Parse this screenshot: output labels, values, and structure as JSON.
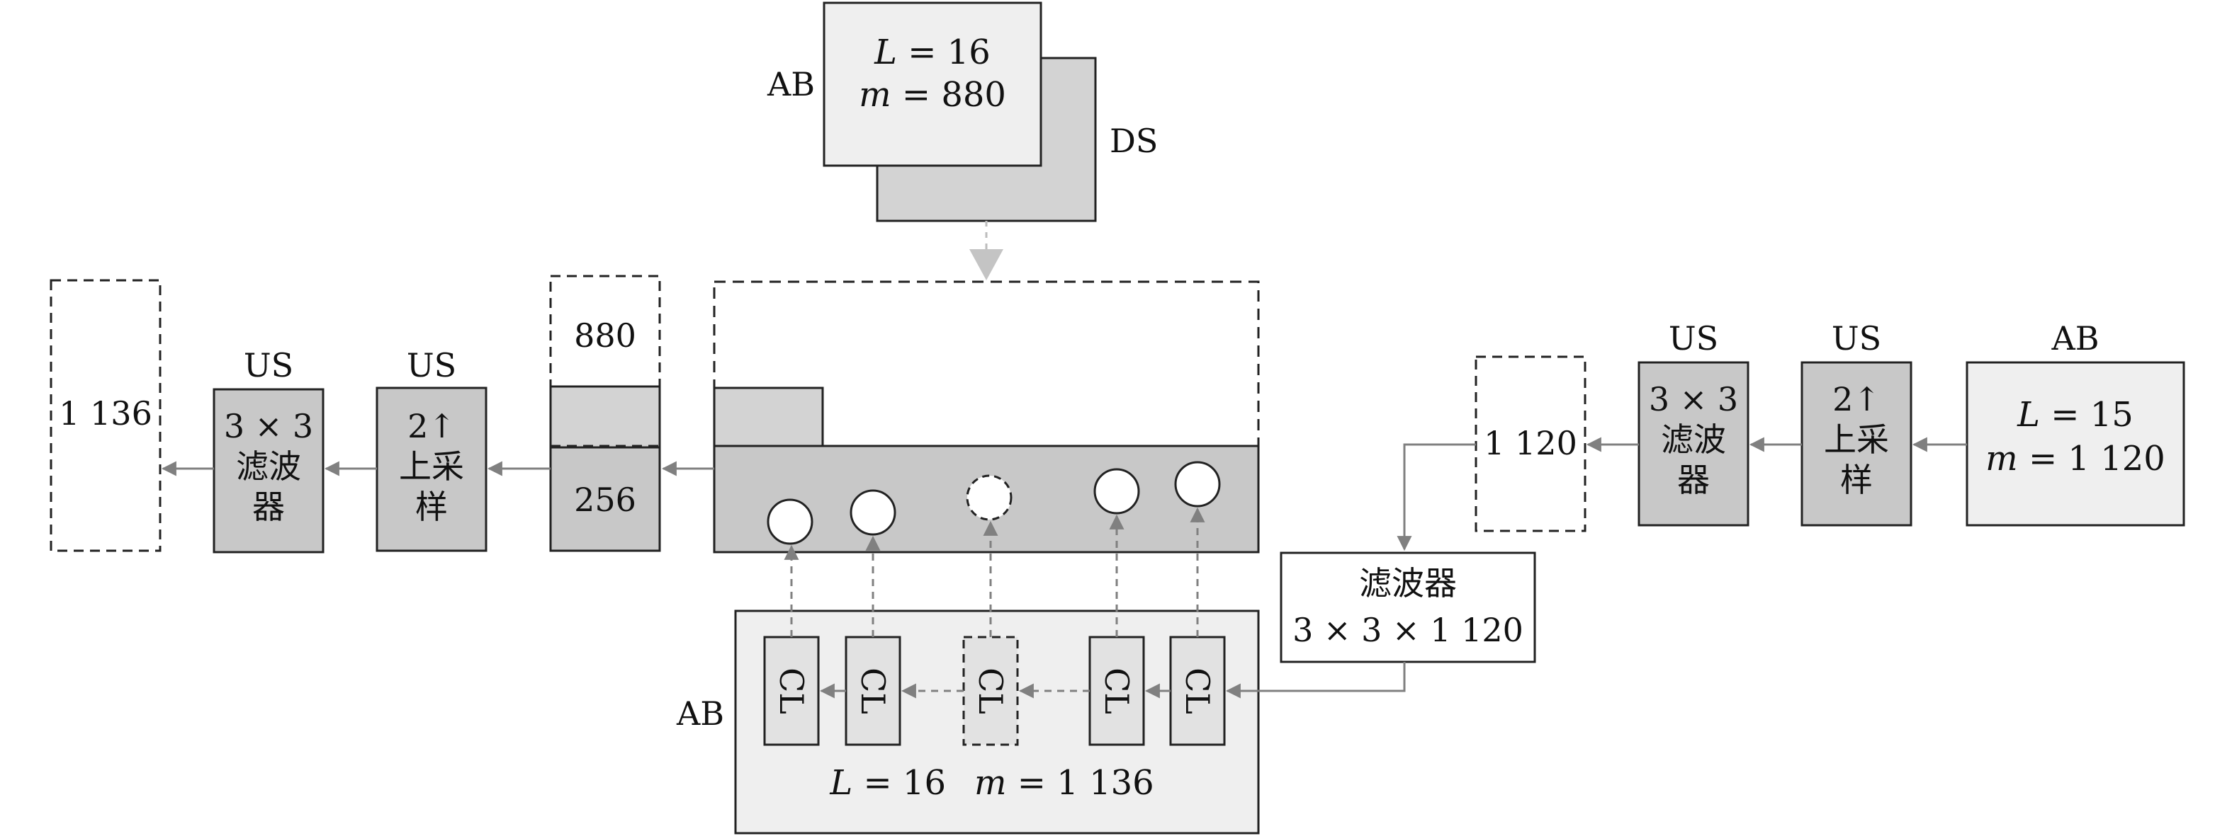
{
  "ds_block": {
    "ab_label": "AB",
    "ds_label": "DS",
    "l_var": "L",
    "l_eq": "= 16",
    "m_var": "m",
    "m_eq": "= 880"
  },
  "right_chain": {
    "ab_label": "AB",
    "l_var": "L",
    "l_eq": "= 15",
    "m_var": "m",
    "m_eq": "= 1 120",
    "upsample_us_label": "US",
    "upsample_line1": "2↑",
    "upsample_line2": "上采",
    "upsample_line3": "样",
    "filter_us_label": "US",
    "filter_line1": "3 × 3",
    "filter_line2": "滤波",
    "filter_line3": "器",
    "output_value": "1 120"
  },
  "big_filter": {
    "line1": "滤波器",
    "line2": "3 × 3 × 1 120"
  },
  "ab_block": {
    "ab_label": "AB",
    "cl_labels": [
      "CL",
      "CL",
      "CL",
      "CL",
      "CL"
    ],
    "l_var": "L",
    "l_eq": "= 16",
    "m_var": "m",
    "m_eq": "= 1 136"
  },
  "concat_block": {
    "top_value": "880",
    "bottom_value": "256"
  },
  "left_chain": {
    "upsample_us_label": "US",
    "upsample_line1": "2↑",
    "upsample_line2": "上采",
    "upsample_line3": "样",
    "filter_us_label": "US",
    "filter_line1": "3 × 3",
    "filter_line2": "滤波",
    "filter_line3": "器",
    "output_value": "1 136"
  },
  "colors": {
    "light_fill": "#efefef",
    "mid_fill": "#d3d3d3",
    "dark_fill": "#c8c8c8",
    "cl_fill": "#e2e2e2",
    "arrow": "#808080",
    "arrow_light": "#bdbdbd",
    "stroke": "#222222"
  }
}
